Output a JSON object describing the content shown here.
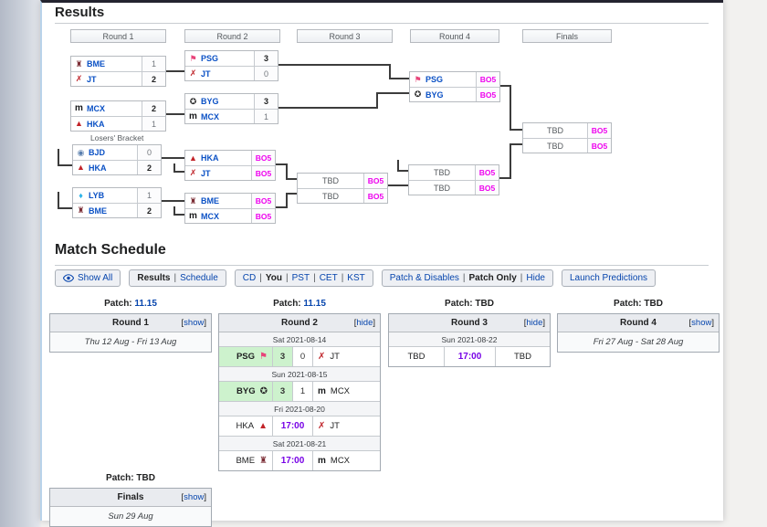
{
  "colors": {
    "link_blue": "#0645ad",
    "team_blue": "#0b51c5",
    "bo5_magenta": "#ee00ee",
    "time_purple": "#7700e6",
    "winner_green": "#cdf2cd",
    "top_border_dark": "#23232f"
  },
  "teams": {
    "BME": {
      "glyph": "♜",
      "color": "#7b2d35"
    },
    "JT": {
      "glyph": "✗",
      "color": "#c0272d"
    },
    "MCX": {
      "glyph": "m",
      "color": "#17181a"
    },
    "HKA": {
      "glyph": "▲",
      "color": "#c22328"
    },
    "PSG": {
      "glyph": "⚑",
      "color": "#e8447a"
    },
    "BYG": {
      "glyph": "✪",
      "color": "#2a2a2a"
    },
    "BJD": {
      "glyph": "◉",
      "color": "#5a7fae"
    },
    "LYB": {
      "glyph": "♦",
      "color": "#2bb3e8"
    }
  },
  "results": {
    "title": "Results"
  },
  "bracket": {
    "round_headers": [
      "Round 1",
      "Round 2",
      "Round 3",
      "Round 4",
      "Finals"
    ],
    "losers_label": "Losers' Bracket",
    "matches": [
      {
        "top": {
          "name": "BME",
          "score": "1"
        },
        "bottom": {
          "name": "JT",
          "score": "2"
        }
      },
      {
        "top": {
          "name": "MCX",
          "score": "2"
        },
        "bottom": {
          "name": "HKA",
          "score": "1"
        }
      },
      {
        "top": {
          "name": "PSG",
          "score": "3"
        },
        "bottom": {
          "name": "JT",
          "score": "0"
        }
      },
      {
        "top": {
          "name": "BYG",
          "score": "3"
        },
        "bottom": {
          "name": "MCX",
          "score": "1"
        }
      },
      {
        "top": {
          "name": "PSG",
          "score": "BO5"
        },
        "bottom": {
          "name": "BYG",
          "score": "BO5"
        }
      },
      {
        "top": {
          "name": "TBD",
          "score": "BO5"
        },
        "bottom": {
          "name": "TBD",
          "score": "BO5"
        }
      },
      {
        "top": {
          "name": "BJD",
          "score": "0"
        },
        "bottom": {
          "name": "HKA",
          "score": "2"
        }
      },
      {
        "top": {
          "name": "LYB",
          "score": "1"
        },
        "bottom": {
          "name": "BME",
          "score": "2"
        }
      },
      {
        "top": {
          "name": "HKA",
          "score": "BO5"
        },
        "bottom": {
          "name": "JT",
          "score": "BO5"
        }
      },
      {
        "top": {
          "name": "BME",
          "score": "BO5"
        },
        "bottom": {
          "name": "MCX",
          "score": "BO5"
        }
      },
      {
        "top": {
          "name": "TBD",
          "score": "BO5"
        },
        "bottom": {
          "name": "TBD",
          "score": "BO5"
        }
      },
      {
        "top": {
          "name": "TBD",
          "score": "BO5"
        },
        "bottom": {
          "name": "TBD",
          "score": "BO5"
        }
      }
    ]
  },
  "schedule": {
    "title": "Match Schedule",
    "toolbar": {
      "show_all": "Show All",
      "results": "Results",
      "schedule": "Schedule",
      "cd": "CD",
      "you": "You",
      "pst": "PST",
      "cet": "CET",
      "kst": "KST",
      "patch_disables": "Patch & Disables",
      "patch_only": "Patch Only",
      "hide": "Hide",
      "launch_predictions": "Launch Predictions",
      "sep": "|"
    },
    "patch_label": "Patch:",
    "bracket_open": "[",
    "bracket_close": "]",
    "columns": [
      {
        "patch": "11.15",
        "round": "Round 1",
        "toggle_word": "show",
        "range": "Thu 12 Aug - Fri 13 Aug"
      },
      {
        "patch": "11.15",
        "round": "Round 2",
        "toggle_word": "hide",
        "rows": [
          {
            "date": "Sat 2021-08-14"
          },
          {
            "left": "PSG",
            "left_score": "3",
            "right_score": "0",
            "right": "JT"
          },
          {
            "date": "Sun 2021-08-15"
          },
          {
            "left": "BYG",
            "left_score": "3",
            "right_score": "1",
            "right": "MCX"
          },
          {
            "date": "Fri 2021-08-20"
          },
          {
            "left": "HKA",
            "time": "17:00",
            "right": "JT"
          },
          {
            "date": "Sat 2021-08-21"
          },
          {
            "left": "BME",
            "time": "17:00",
            "right": "MCX"
          }
        ]
      },
      {
        "patch": "TBD",
        "round": "Round 3",
        "toggle_word": "hide",
        "date": "Sun 2021-08-22",
        "left": "TBD",
        "time": "17:00",
        "right": "TBD"
      },
      {
        "patch": "TBD",
        "round": "Round 4",
        "toggle_word": "show",
        "range": "Fri 27 Aug - Sat 28 Aug"
      },
      {
        "patch": "TBD",
        "round": "Finals",
        "toggle_word": "show",
        "range": "Sun 29 Aug"
      }
    ]
  }
}
